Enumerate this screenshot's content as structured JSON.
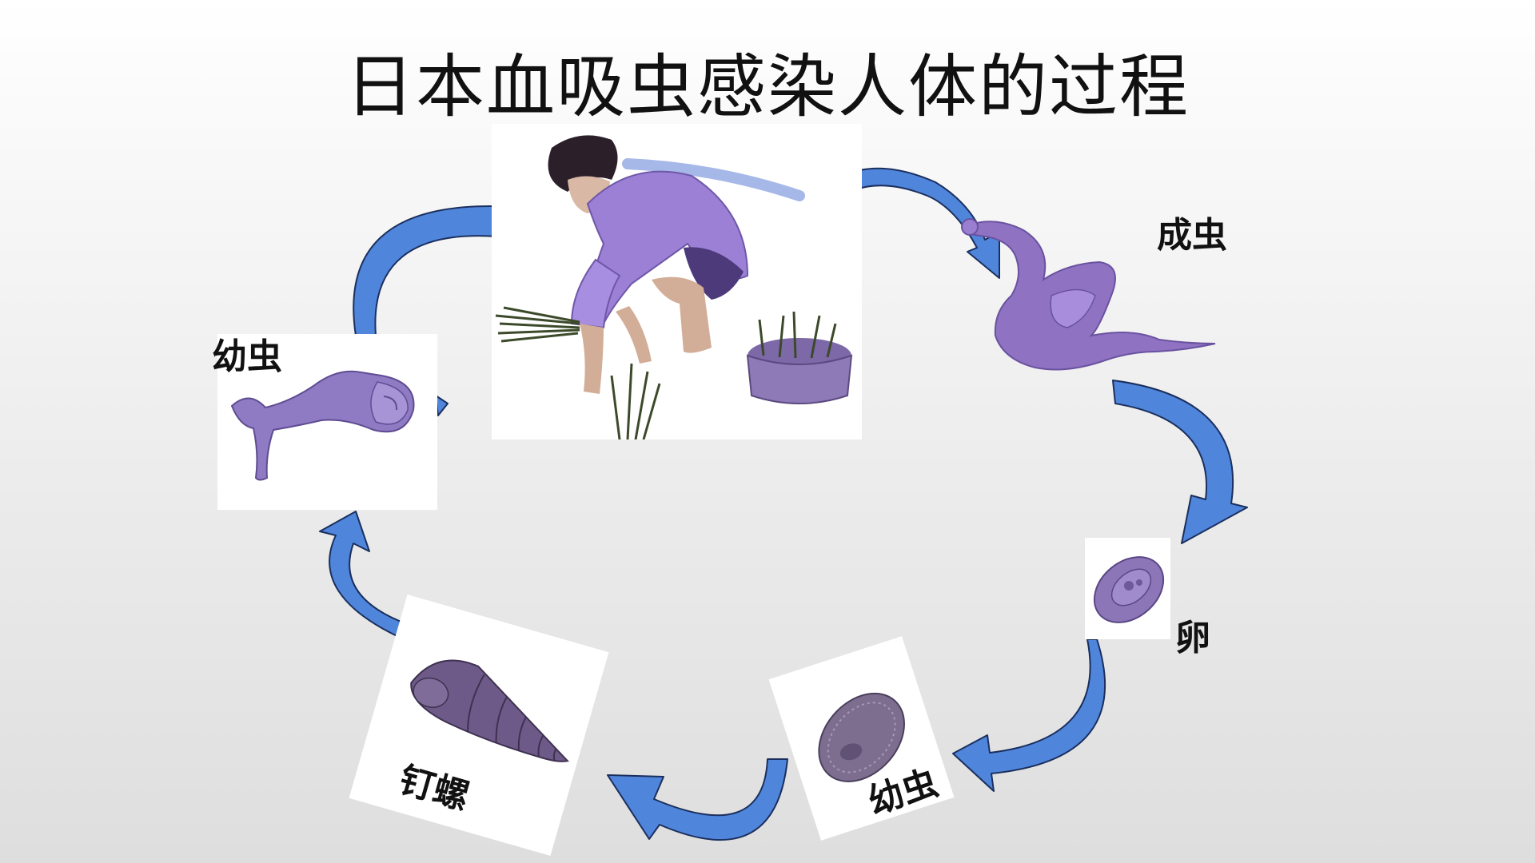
{
  "title": "日本血吸虫感染人体的过程",
  "stages": {
    "adult": "成虫",
    "egg": "卵",
    "miracidium": "幼虫",
    "snail": "钉螺",
    "cercaria": "幼虫"
  },
  "colors": {
    "arrow_fill": "#4f86dc",
    "arrow_stroke": "#1b2f5e",
    "worm_purple": "#8f73c2",
    "shirt_purple": "#9b80d6"
  }
}
